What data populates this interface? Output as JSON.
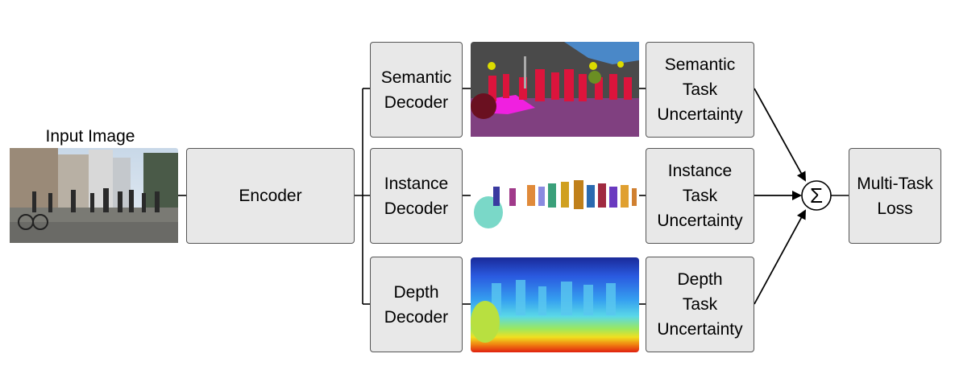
{
  "input": {
    "label": "Input Image"
  },
  "encoder": {
    "label": "Encoder"
  },
  "decoders": [
    {
      "line1": "Semantic",
      "line2": "Decoder"
    },
    {
      "line1": "Instance",
      "line2": "Decoder"
    },
    {
      "line1": "Depth",
      "line2": "Decoder"
    }
  ],
  "uncertainties": [
    {
      "line1": "Semantic",
      "line2": "Task",
      "line3": "Uncertainty"
    },
    {
      "line1": "Instance",
      "line2": "Task",
      "line3": "Uncertainty"
    },
    {
      "line1": "Depth",
      "line2": "Task",
      "line3": "Uncertainty"
    }
  ],
  "sum": {
    "symbol": "Σ"
  },
  "loss": {
    "line1": "Multi-Task",
    "line2": "Loss"
  }
}
